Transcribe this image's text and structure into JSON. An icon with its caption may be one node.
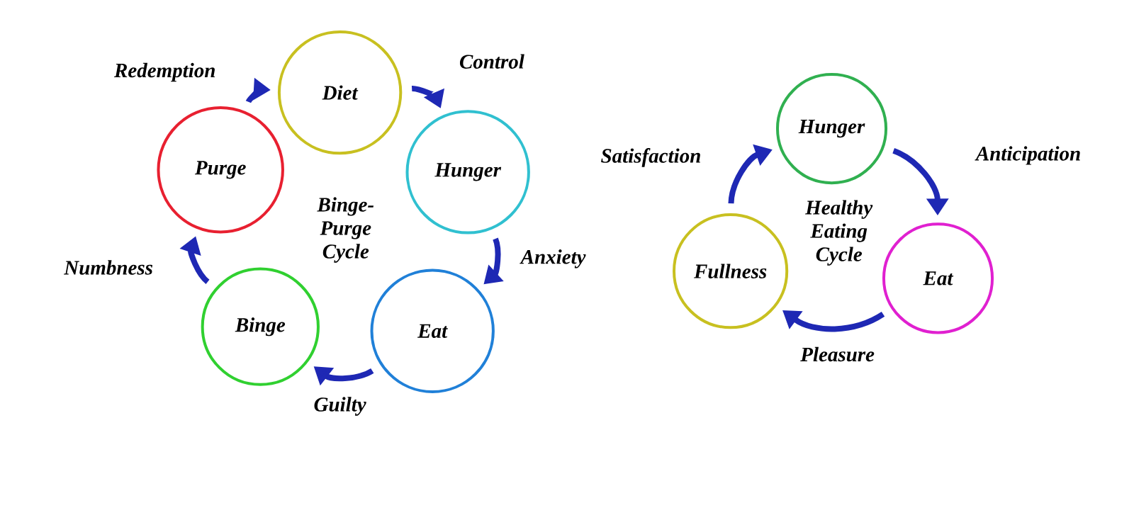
{
  "diagram": {
    "nodes": [
      {
        "text": [
          "Diet"
        ]
      },
      {
        "text": [
          "Hunger"
        ]
      },
      {
        "text": [
          "Eat"
        ]
      },
      {
        "text": [
          "Binge"
        ]
      },
      {
        "text": [
          "Purge"
        ]
      },
      {
        "text": [
          "Hunger"
        ]
      },
      {
        "text": [
          "Eat"
        ]
      },
      {
        "text": [
          "Fullness"
        ]
      }
    ],
    "edges": [
      {
        "from": 0,
        "to": 1,
        "arrow": "to",
        "label": "Control"
      },
      {
        "from": 1,
        "to": 2,
        "arrow": "to",
        "label": "Anxiety"
      },
      {
        "from": 2,
        "to": 3,
        "arrow": "to",
        "label": "Guilty"
      },
      {
        "from": 3,
        "to": 4,
        "arrow": "to",
        "label": "Numbness"
      },
      {
        "from": 4,
        "to": 0,
        "arrow": "to",
        "label": "Redemption"
      },
      {
        "from": 5,
        "to": 6,
        "arrow": "to",
        "label": "Anticipation"
      },
      {
        "from": 6,
        "to": 7,
        "arrow": "to",
        "label": "Pleasure"
      },
      {
        "from": 7,
        "to": 5,
        "arrow": "to",
        "label": "Satisfaction"
      }
    ],
    "labels": [
      "Binge-Purge Cycle",
      "Healthy Eating Cycle"
    ]
  }
}
